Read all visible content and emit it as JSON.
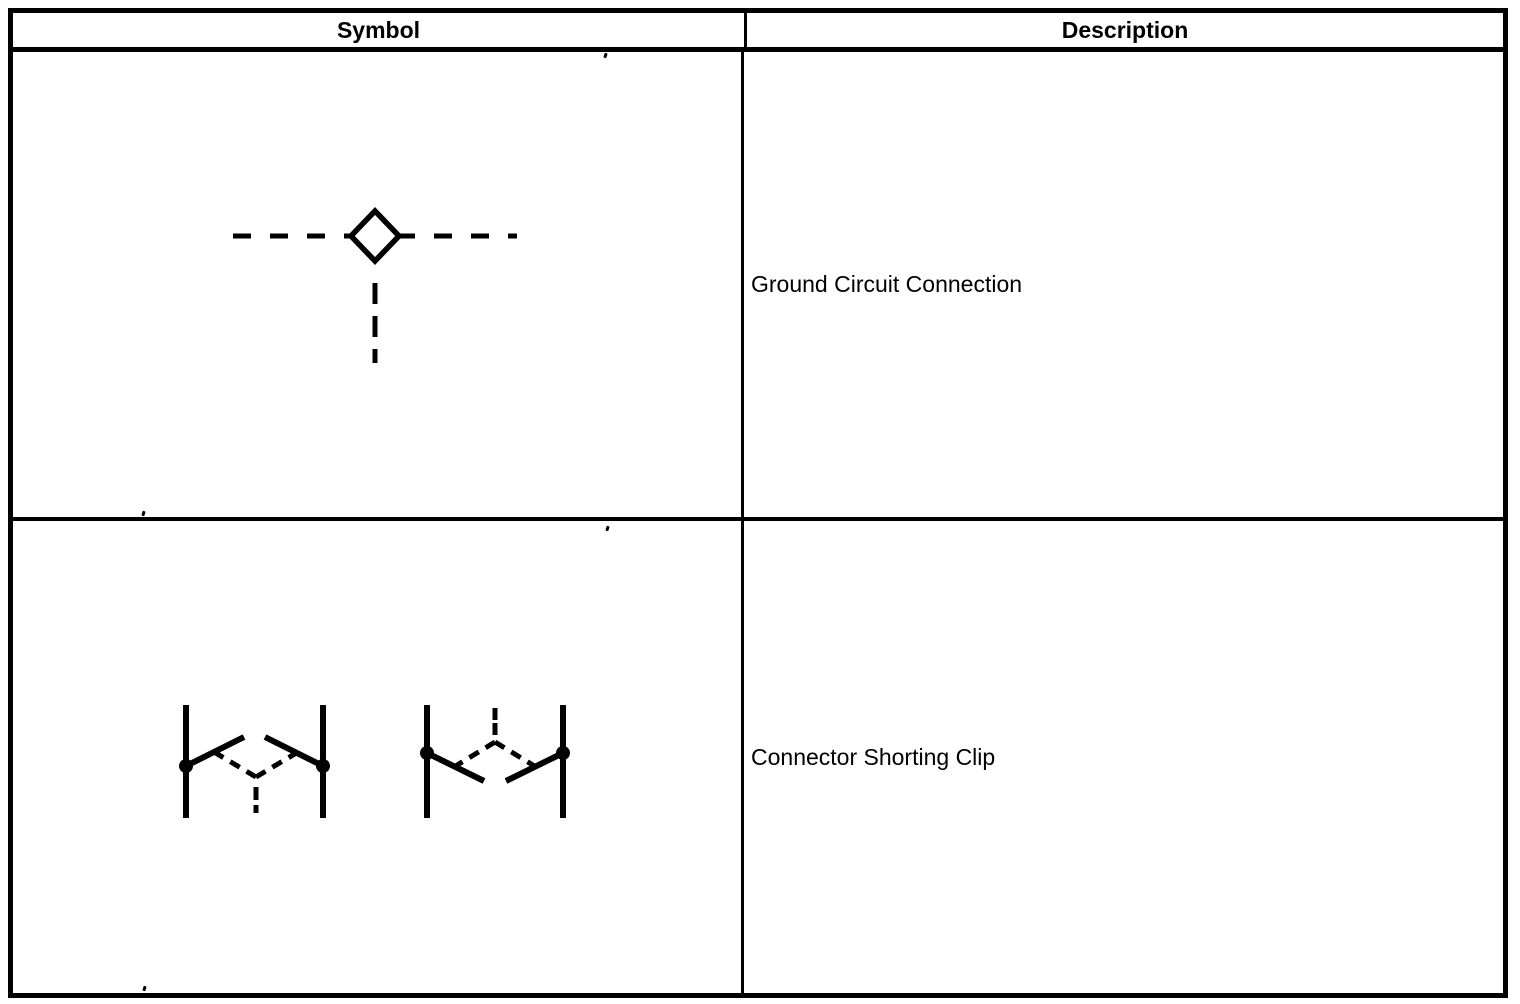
{
  "colors": {
    "line": "#000000",
    "background": "#ffffff",
    "text": "#000000"
  },
  "table": {
    "columns": [
      {
        "label": "Symbol"
      },
      {
        "label": "Description"
      }
    ],
    "rows": [
      {
        "symbol_icon": "ground-circuit-connection-symbol",
        "description": "Ground Circuit Connection"
      },
      {
        "symbol_icon": "connector-shorting-clip-symbol",
        "description": "Connector Shorting Clip"
      }
    ]
  }
}
